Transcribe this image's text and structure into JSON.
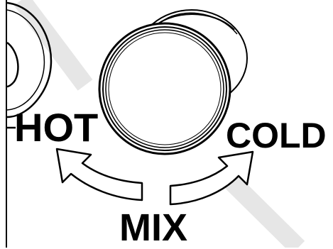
{
  "labels": {
    "hot": "HOT",
    "cold": "COLD",
    "mix": "MIX"
  },
  "colors": {
    "line": "#000000",
    "background": "#ffffff",
    "watermark": "#e6e6e6"
  }
}
